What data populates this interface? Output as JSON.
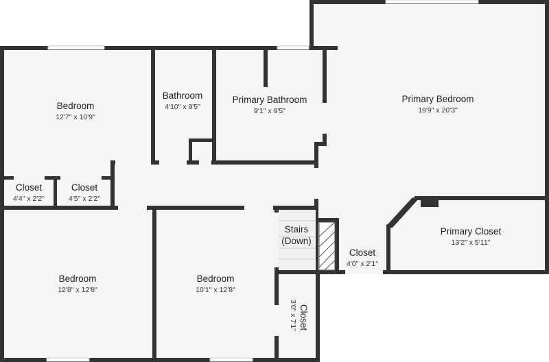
{
  "rooms": {
    "bedroom_nw": {
      "name": "Bedroom",
      "dims": "12'7\" x 10'9\""
    },
    "bathroom": {
      "name": "Bathroom",
      "dims": "4'10\" x 9'5\""
    },
    "primary_bathroom": {
      "name": "Primary Bathroom",
      "dims": "9'1\" x 9'5\""
    },
    "primary_bedroom": {
      "name": "Primary Bedroom",
      "dims": "19'9\" x 20'3\""
    },
    "closet_1": {
      "name": "Closet",
      "dims": "4'4\" x 2'2\""
    },
    "closet_2": {
      "name": "Closet",
      "dims": "4'5\" x 2'2\""
    },
    "stairs": {
      "line1": "Stairs",
      "line2": "(Down)"
    },
    "closet_3": {
      "name": "Closet",
      "dims": "4'0\" x 2'1\""
    },
    "primary_closet": {
      "name": "Primary Closet",
      "dims": "13'2\" x 5'11\""
    },
    "bedroom_sw": {
      "name": "Bedroom",
      "dims": "12'8\" x 12'8\""
    },
    "bedroom_s": {
      "name": "Bedroom",
      "dims": "10'1\" x 12'8\""
    },
    "closet_4": {
      "name": "Closet",
      "dims": "3'0\" x 7'1\""
    }
  },
  "colors": {
    "wall": "#333333",
    "floor": "#f5f5f5",
    "background": "#ffffff"
  }
}
